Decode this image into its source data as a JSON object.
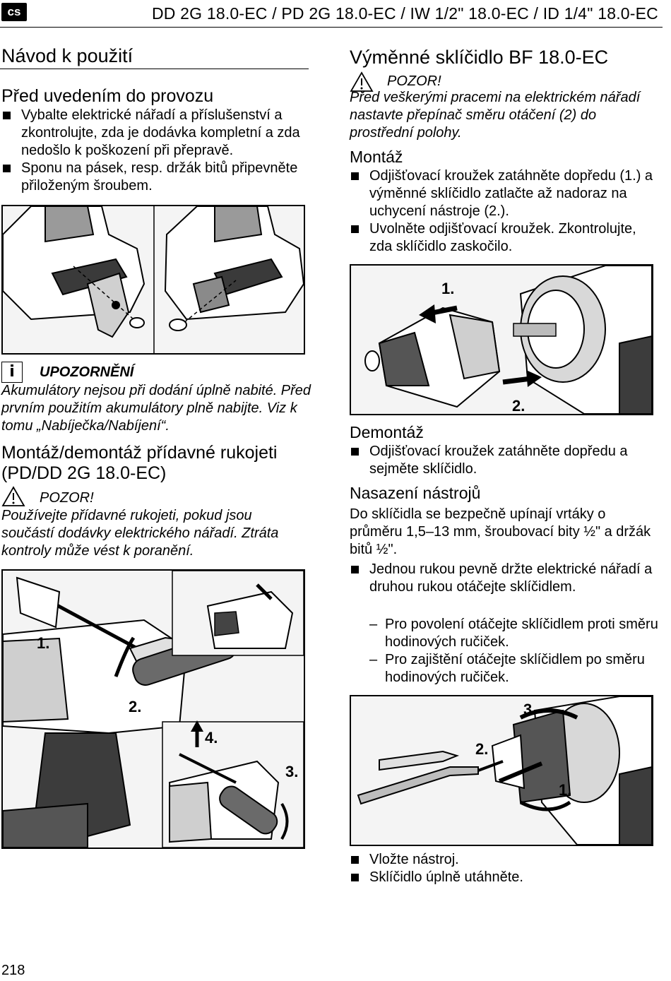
{
  "header": {
    "lang_badge": "cs",
    "model_line": "DD 2G 18.0-EC / PD 2G 18.0-EC / IW 1/2\" 18.0-EC / ID 1/4\" 18.0-EC"
  },
  "left": {
    "title": "Návod k použití",
    "before_use": {
      "heading": "Před uvedením do provozu",
      "bullets": [
        "Vybalte elektrické nářadí a příslušenství a zkontrolujte, zda je dodávka kompletní a zda nedošlo k poškození při přepravě.",
        "Sponu na pásek, resp. držák bitů připevněte přiloženým šroubem."
      ]
    },
    "note": {
      "icon": "info-icon",
      "label": "UPOZORNĚNÍ",
      "text": "Akumulátory nejsou při dodání úplně nabité. Před prvním použitím akumulátory plně nabijte. Viz k tomu „Nabíječka/Nabíjení“."
    },
    "handle": {
      "heading": "Montáž/demontáž přídavné rukojeti (PD/DD 2G 18.0-EC)",
      "warning_label": "POZOR!",
      "warning_text": "Používejte přídavné rukojeti, pokud jsou součástí dodávky elektrického nářadí. Ztráta kontroly může vést k poranění."
    },
    "figure_handle_labels": [
      "1.",
      "2.",
      "3.",
      "4."
    ]
  },
  "right": {
    "chuck": {
      "heading": "Výměnné sklíčidlo BF 18.0-EC",
      "warning_label": "POZOR!",
      "warning_text": "Před veškerými pracemi na elektrickém nářadí nastavte přepínač směru otáčení (2) do prostřední polohy."
    },
    "mounting": {
      "heading": "Montáž",
      "bullets": [
        "Odjišťovací kroužek zatáhněte dopředu (1.) a výměnné sklíčidlo zatlačte až nadoraz na uchycení nástroje (2.).",
        "Uvolněte odjišťovací kroužek. Zkontrolujte, zda sklíčidlo zaskočilo."
      ]
    },
    "figure_chuck_labels": [
      "1.",
      "2."
    ],
    "dismounting": {
      "heading": "Demontáž",
      "bullets": [
        "Odjišťovací kroužek zatáhněte dopředu a sejměte sklíčidlo."
      ]
    },
    "tools": {
      "heading": "Nasazení nástrojů",
      "intro": "Do sklíčidla se bezpečně upínají vrtáky o průměru 1,5–13 mm, šroubovací bity ½\" a držák bitů ½\".",
      "bullet": "Jednou rukou pevně držte elektrické nářadí a druhou rukou otáčejte sklíčidlem.",
      "dashes": [
        "Pro povolení otáčejte sklíčidlem proti směru hodinových ručiček.",
        "Pro zajištění otáčejte sklíčidlem po směru hodinových ručiček."
      ]
    },
    "figure_tool_labels": [
      "3.",
      "2.",
      "1."
    ],
    "final_bullets": [
      "Vložte nástroj.",
      "Sklíčidlo úplně utáhněte."
    ]
  },
  "footer": {
    "page_number": "218"
  }
}
